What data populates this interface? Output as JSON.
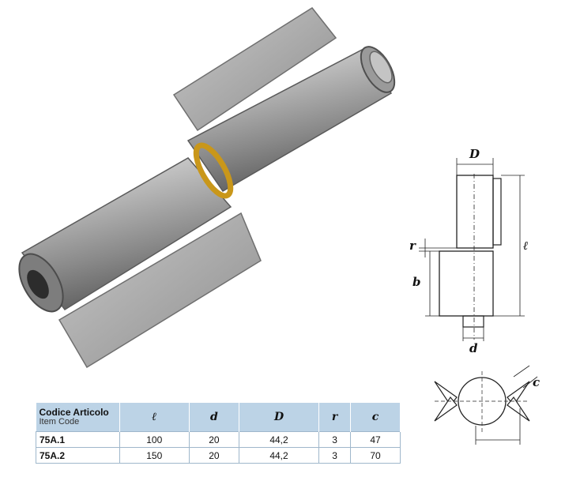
{
  "table": {
    "header_code_line1": "Codice Articolo",
    "header_code_line2": "Item Code",
    "columns": [
      "ℓ",
      "d",
      "D",
      "r",
      "c"
    ],
    "rows": [
      {
        "code": "75A.1",
        "values": [
          "100",
          "20",
          "44,2",
          "3",
          "47"
        ]
      },
      {
        "code": "75A.2",
        "values": [
          "150",
          "20",
          "44,2",
          "3",
          "70"
        ]
      }
    ]
  },
  "drawing": {
    "label_D": "D",
    "label_l": "ℓ",
    "label_r": "r",
    "label_b": "b",
    "label_d": "d",
    "label_c": "c"
  }
}
